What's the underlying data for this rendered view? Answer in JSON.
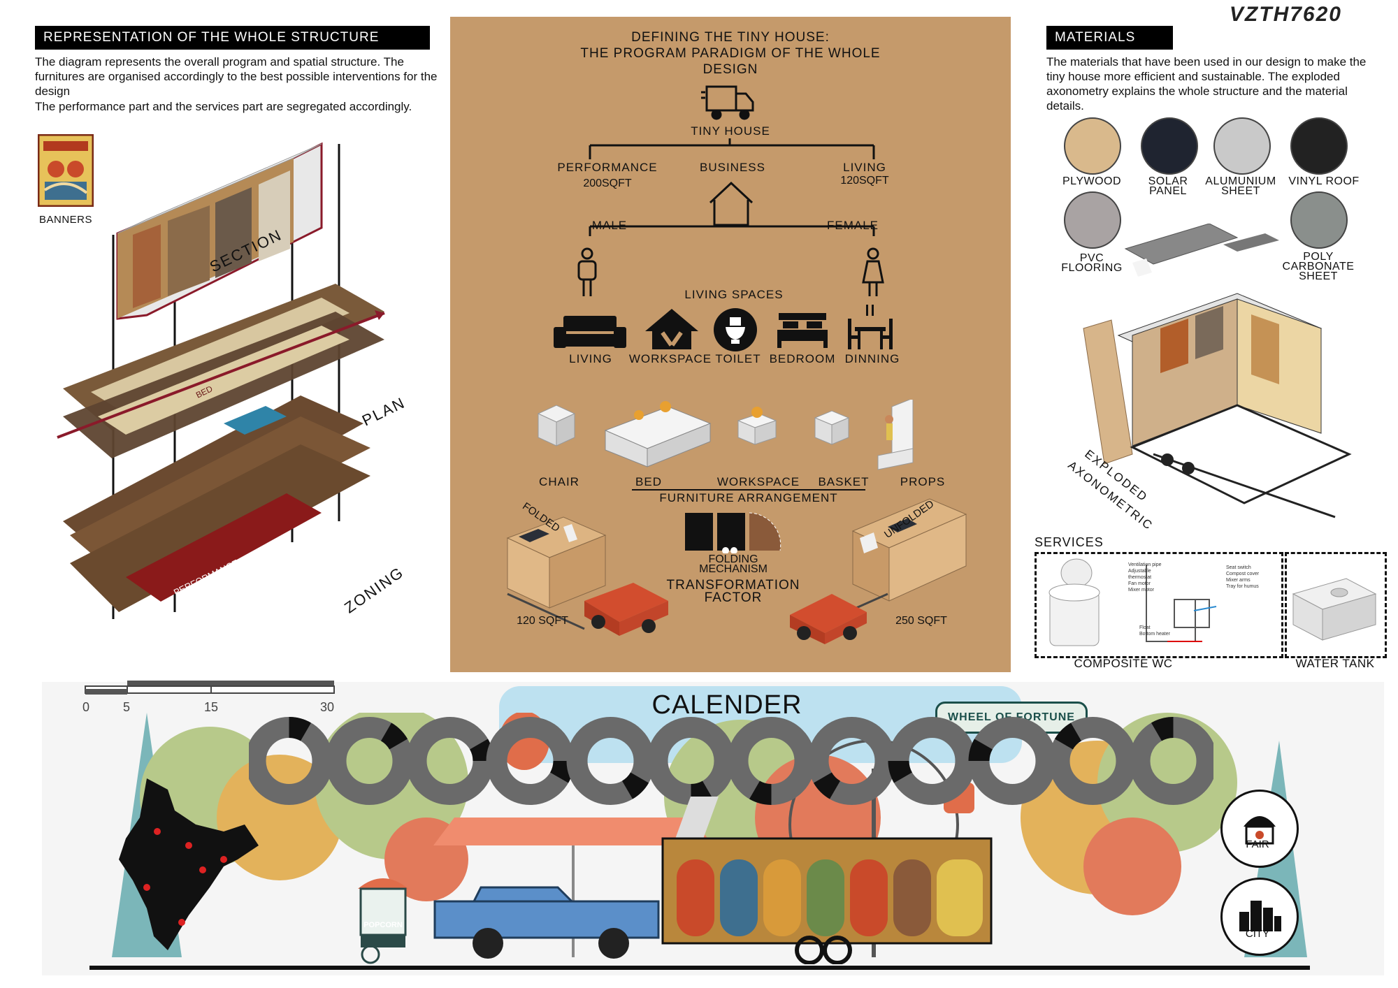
{
  "sheet_id": "VZTH7620",
  "left": {
    "header": "REPRESENTATION OF THE WHOLE STRUCTURE",
    "para1": "The diagram represents the overall program and spatial structure. The furnitures are organised accordingly to the best possible interventions for the design",
    "para2": "The performance part and the services part are segregated accordingly.",
    "banners_label": "BANNERS",
    "section_label": "SECTION",
    "plan_label": "PLAN",
    "zoning_label": "ZONING",
    "bed_label": "BED",
    "performance_label": "PERFORMANCE",
    "services_label": "SERVICES"
  },
  "center": {
    "title_line1": "DEFINING THE TINY HOUSE:",
    "title_line2": "THE PROGRAM PARADIGM OF THE WHOLE",
    "title_line3": "DESIGN",
    "tiny_house": "TINY HOUSE",
    "performance": "PERFORMANCE",
    "performance_area": "200SQFT",
    "business": "BUSINESS",
    "living": "LIVING",
    "living_area": "120SQFT",
    "male": "MALE",
    "female": "FEMALE",
    "living_spaces": "LIVING SPACES",
    "spaces": [
      "LIVING",
      "WORKSPACE",
      "TOILET",
      "BEDROOM",
      "DINNING"
    ],
    "furniture": {
      "chair": "CHAIR",
      "bed": "BED",
      "workspace": "WORKSPACE",
      "basket": "BASKET",
      "props": "PROPS",
      "arrangement": "FURNITURE ARRANGEMENT"
    },
    "folded": "FOLDED",
    "unfolded": "UNFOLDED",
    "folding_line1": "FOLDING",
    "folding_line2": "MECHANISM",
    "transformation_line1": "TRANSFORMATION",
    "transformation_line2": "FACTOR",
    "area_folded": "120 SQFT",
    "area_unfolded": "250 SQFT"
  },
  "right": {
    "header": "MATERIALS",
    "para": "The materials that have been used in our design to make the tiny house more efficient and sustainable. The exploded axonometry explains the whole structure and the material details.",
    "materials": [
      {
        "name_line1": "PLYWOOD",
        "name_line2": "",
        "color": "#d9b98c"
      },
      {
        "name_line1": "SOLAR",
        "name_line2": "PANEL",
        "color": "#1f2430"
      },
      {
        "name_line1": "ALUMUNIUM",
        "name_line2": "SHEET",
        "color": "#c9c9c9"
      },
      {
        "name_line1": "VINYL ROOF",
        "name_line2": "",
        "color": "#222222"
      },
      {
        "name_line1": "PVC",
        "name_line2": "FLOORING",
        "color": "#a9a3a3"
      },
      {
        "name_line1": "POLY",
        "name_line2": "CARBONATE",
        "name_line3": "SHEET",
        "color": "#8a8f8c"
      }
    ],
    "exploded_line1": "EXPLODED",
    "exploded_line2": "AXONOMETRIC",
    "services": "SERVICES",
    "composite_wc": "COMPOSITE WC",
    "water_tank": "WATER TANK",
    "wc_annotations": [
      "Ventilation pipe",
      "Adjustable thermostat",
      "Fan motor",
      "Mixer motor",
      "Seat switch",
      "Compost cover",
      "Mixer arms",
      "Tray for humus",
      "Float",
      "Bottom heater"
    ]
  },
  "bottom": {
    "scale_ticks": [
      "0",
      "5",
      "15",
      "30"
    ],
    "calender": "CALENDER",
    "wheel_of_fortune": "WHEEL OF FORTUNE",
    "popcorn": "POPCORN",
    "fair": "FAIR",
    "city": "CITY",
    "months": 12
  }
}
